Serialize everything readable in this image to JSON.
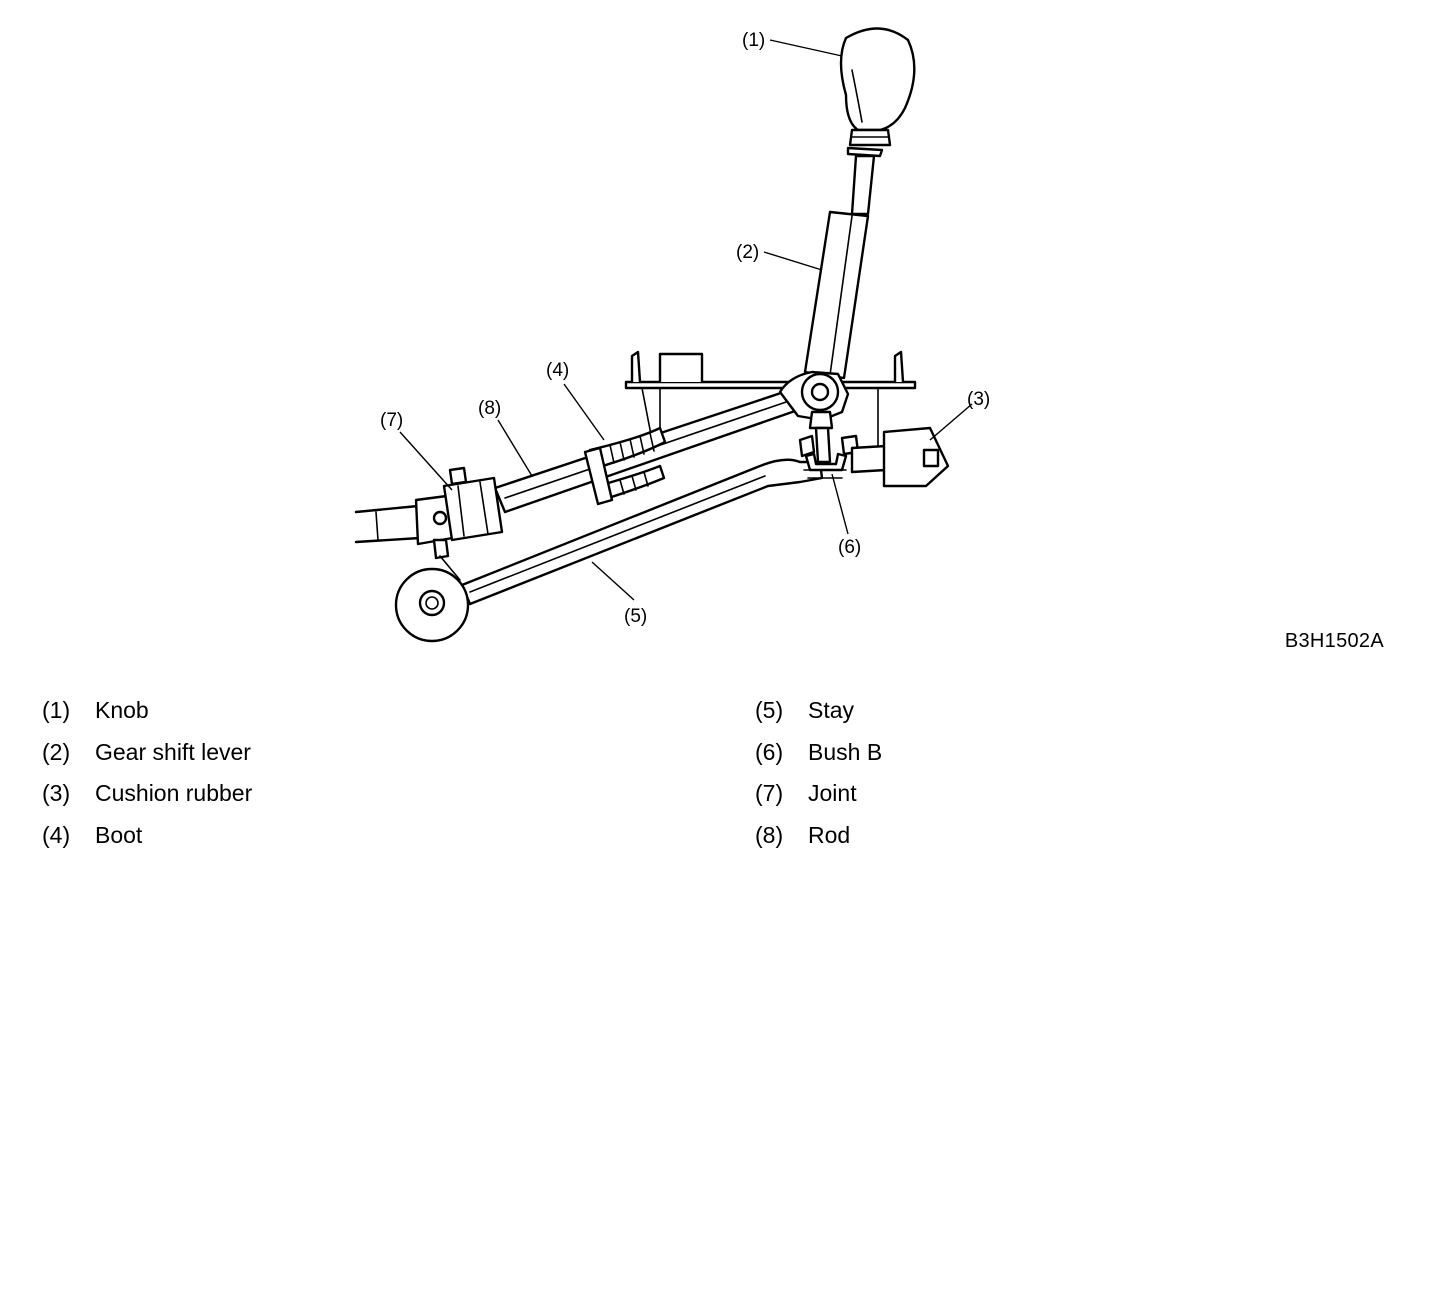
{
  "figure_code": "B3H1502A",
  "callouts": [
    "(1)",
    "(2)",
    "(3)",
    "(4)",
    "(5)",
    "(6)",
    "(7)",
    "(8)"
  ],
  "legend": {
    "left": [
      {
        "num": "(1)",
        "label": "Knob"
      },
      {
        "num": "(2)",
        "label": "Gear shift lever"
      },
      {
        "num": "(3)",
        "label": "Cushion rubber"
      },
      {
        "num": "(4)",
        "label": "Boot"
      }
    ],
    "right": [
      {
        "num": "(5)",
        "label": "Stay"
      },
      {
        "num": "(6)",
        "label": "Bush B"
      },
      {
        "num": "(7)",
        "label": "Joint"
      },
      {
        "num": "(8)",
        "label": "Rod"
      }
    ]
  }
}
